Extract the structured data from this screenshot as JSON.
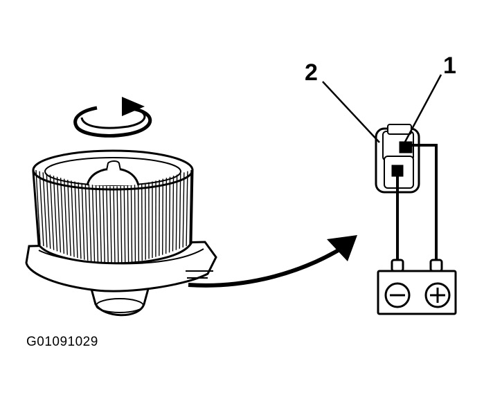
{
  "diagram": {
    "callouts": {
      "one": "1",
      "two": "2"
    },
    "battery": {
      "negative": "−",
      "positive": "+"
    },
    "figure_code": "G01091029"
  },
  "colors": {
    "ink": "#000000",
    "paper": "#ffffff"
  }
}
